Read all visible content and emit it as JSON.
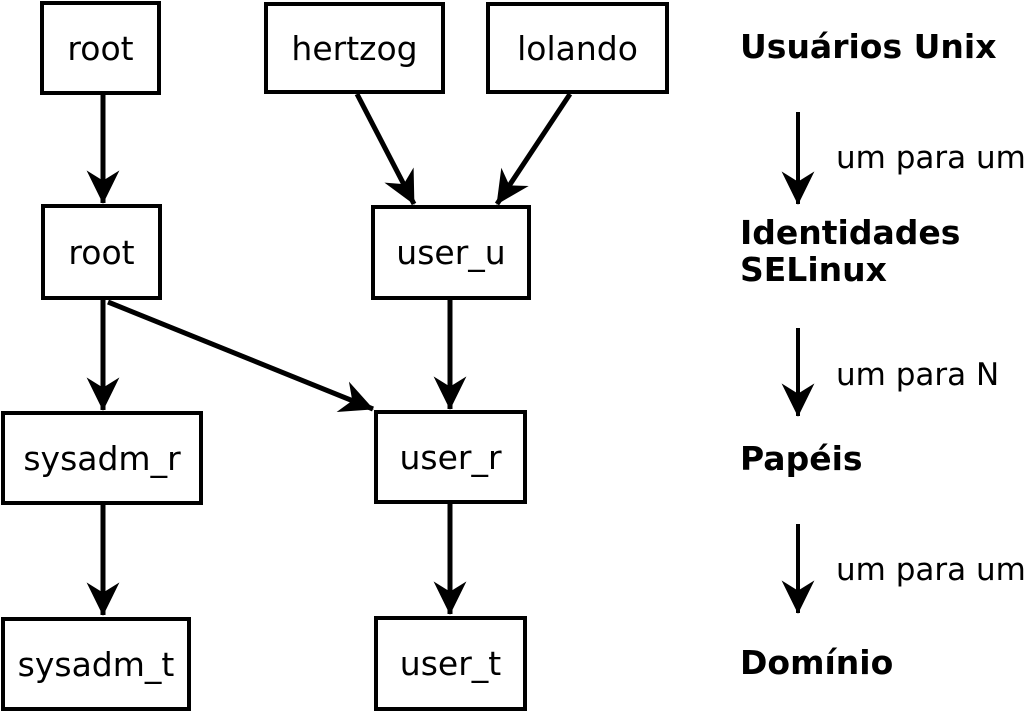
{
  "nodes": {
    "unix_root": "root",
    "unix_hertzog": "hertzog",
    "unix_lolando": "lolando",
    "selinux_root": "root",
    "selinux_user_u": "user_u",
    "role_sysadm_r": "sysadm_r",
    "role_user_r": "user_r",
    "domain_sysadm_t": "sysadm_t",
    "domain_user_t": "user_t"
  },
  "legend": {
    "users_title": "Usuários Unix",
    "map_one_to_one_1": "um para um",
    "identities_line1": "Identidades",
    "identities_line2": "SELinux",
    "map_one_to_n": "um para N",
    "roles_title": "Papéis",
    "map_one_to_one_2": "um para um",
    "domain_title": "Domínio"
  },
  "edges": [
    {
      "from": "unix_root",
      "to": "selinux_root"
    },
    {
      "from": "unix_hertzog",
      "to": "selinux_user_u"
    },
    {
      "from": "unix_lolando",
      "to": "selinux_user_u"
    },
    {
      "from": "selinux_root",
      "to": "role_sysadm_r"
    },
    {
      "from": "selinux_root",
      "to": "role_user_r"
    },
    {
      "from": "selinux_user_u",
      "to": "role_user_r"
    },
    {
      "from": "role_sysadm_r",
      "to": "domain_sysadm_t"
    },
    {
      "from": "role_user_r",
      "to": "domain_user_t"
    }
  ],
  "colors": {
    "foreground": "#000000",
    "background": "#ffffff"
  }
}
